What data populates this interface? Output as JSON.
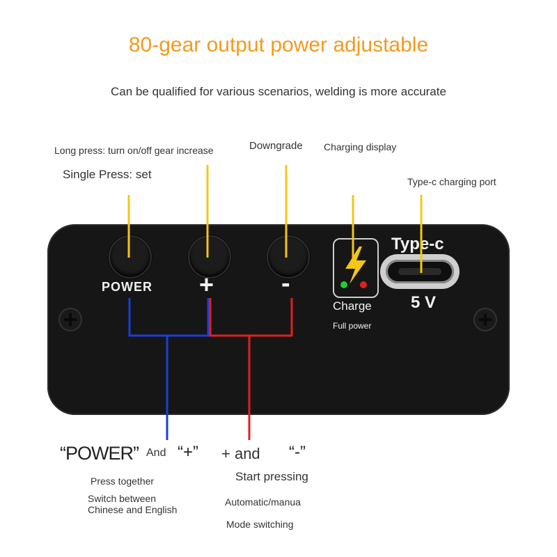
{
  "header": {
    "title": "80-gear output power adjustable",
    "subtitle": "Can be qualified for various scenarios, welding is more accurate"
  },
  "callouts": {
    "long_press": "Long press: turn on/off gear increase",
    "single_press": "Single Press: set",
    "downgrade": "Downgrade",
    "charging_display": "Charging display",
    "typec_port": "Type-c charging port"
  },
  "panel": {
    "power_label": "POWER",
    "plus_label": "+",
    "minus_label": "-",
    "charge_label": "Charge",
    "full_power_label": "Full power",
    "typec_label": "Type-c",
    "voltage_label": "5 V"
  },
  "combos": {
    "power_quote": "“POWER”",
    "and1": "And",
    "plus_quote": "“+”",
    "plus_and": "+ and",
    "minus_quote": "“-”",
    "press_together": "Press together",
    "switch_lang_1": "Switch between",
    "switch_lang_2": "Chinese and English",
    "start_pressing": "Start pressing",
    "auto_manual": "Automatic/manua",
    "mode_switching": "Mode switching"
  },
  "colors": {
    "accent": "#f39a1e",
    "leader": "#f5c518",
    "blue": "#1a3fd6",
    "red": "#e02020",
    "led_green": "#22cc33",
    "led_red": "#e02020"
  }
}
